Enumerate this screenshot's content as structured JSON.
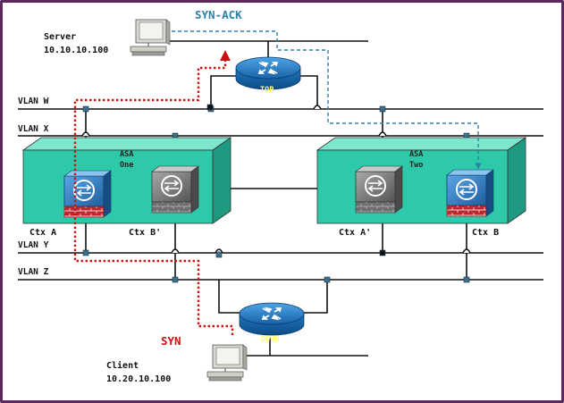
{
  "labels": {
    "syn_ack": "SYN-ACK",
    "syn": "SYN",
    "server_name": "Server",
    "server_ip": "10.10.10.100",
    "client_name": "Client",
    "client_ip": "10.20.10.100",
    "vlan_w": "VLAN W",
    "vlan_x": "VLAN X",
    "vlan_y": "VLAN Y",
    "vlan_z": "VLAN Z",
    "asa_one_line1": "ASA",
    "asa_one_line2": "One",
    "asa_two_line1": "ASA",
    "asa_two_line2": "Two",
    "ctx_a": "Ctx A",
    "ctx_b_prime": "Ctx B'",
    "ctx_a_prime": "Ctx A'",
    "ctx_b": "Ctx B",
    "router_top": "TOP",
    "router_down": "DOWN"
  },
  "colors": {
    "frame": "#5a2a5e",
    "syn_ack": "#2f7fa8",
    "syn": "#cc1111",
    "asa_box": "#2ec9a8",
    "router": "#1f79c2",
    "firewall_blue": "#2a78c4",
    "firewall_gray": "#7a7a7a",
    "firewall_brick": "#c0272d"
  },
  "icons": [
    "computer-icon",
    "router-icon",
    "firewall-context-icon"
  ]
}
